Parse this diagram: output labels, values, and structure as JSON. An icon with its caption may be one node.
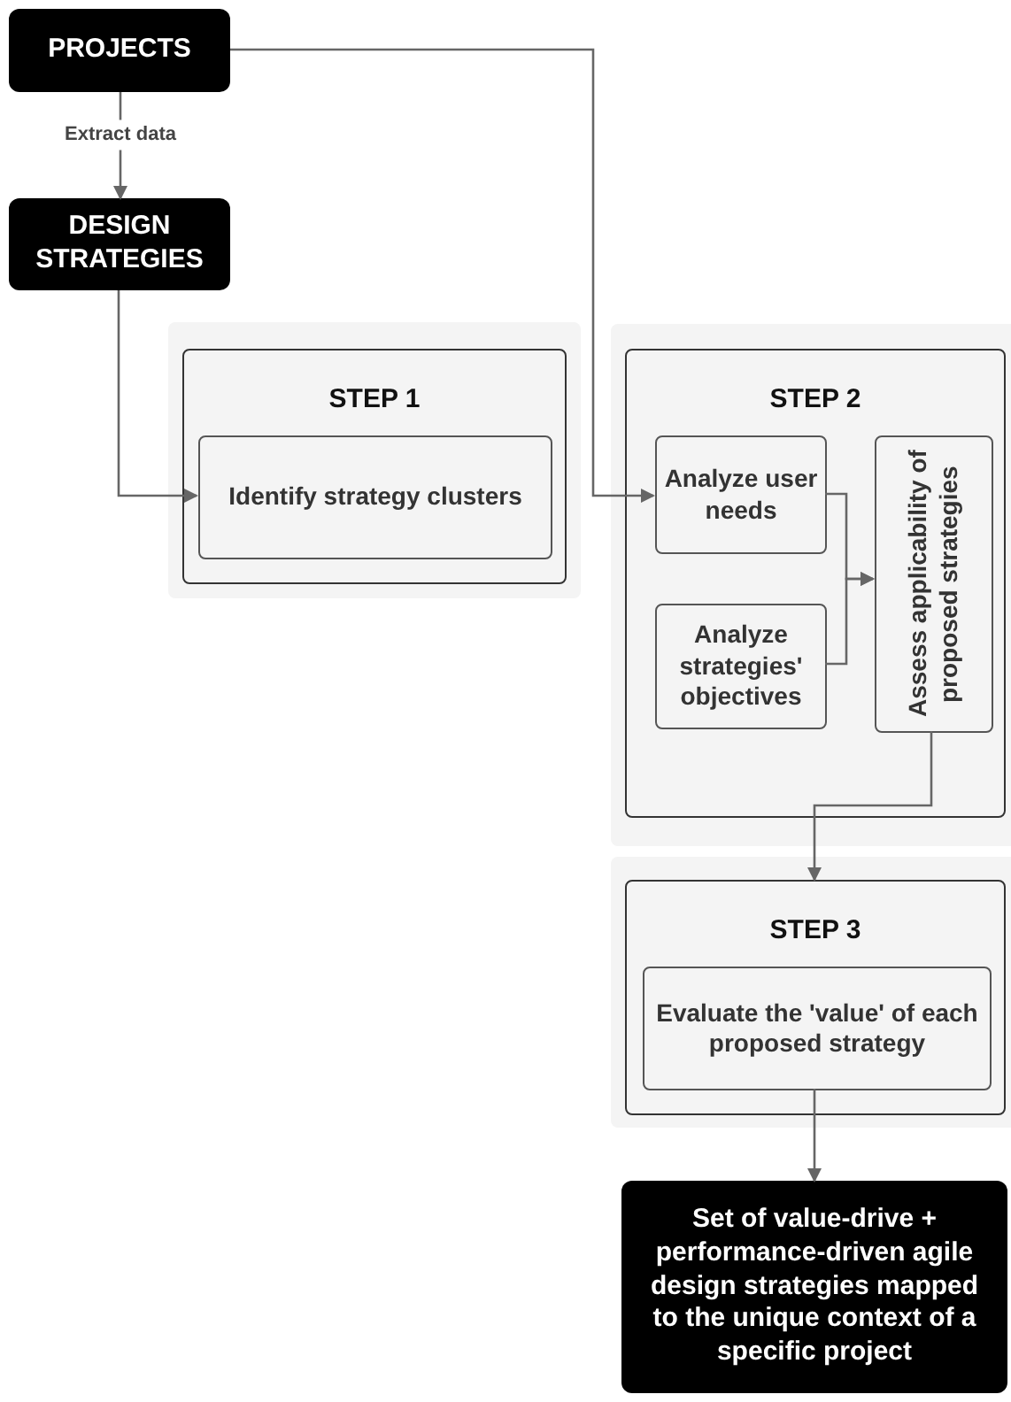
{
  "diagram": {
    "nodes": [
      {
        "text": [
          "PROJECTS"
        ]
      },
      {
        "text": [
          "DESIGN STRATEGIES"
        ]
      },
      {
        "text": [
          "STEP 1"
        ]
      },
      {
        "text": [
          "Identify strategy clusters"
        ],
        "in": 2
      },
      {
        "text": [
          "STEP 2"
        ]
      },
      {
        "text": [
          "Analyze user needs"
        ],
        "in": 4
      },
      {
        "text": [
          "Analyze strategies' objectives"
        ],
        "in": 4
      },
      {
        "text": [
          "Assess applicability of proposed strategies"
        ],
        "in": 4
      },
      {
        "text": [
          "STEP 3"
        ]
      },
      {
        "text": [
          "Evaluate the 'value' of each proposed strategy"
        ],
        "in": 8
      },
      {
        "text": [
          "Set of value-drive + performance-driven agile design strategies mapped to the unique context of a specific project"
        ]
      }
    ],
    "edges": [
      {
        "from": 0,
        "to": 1,
        "arrow": "to",
        "label": "Extract data"
      },
      {
        "from": 1,
        "to": 3,
        "arrow": "to"
      },
      {
        "from": 0,
        "to": 5,
        "arrow": "to"
      },
      {
        "from": 5,
        "to": 7,
        "arrow": "to"
      },
      {
        "from": 6,
        "to": 7,
        "arrow": "to"
      },
      {
        "from": 7,
        "to": 8,
        "arrow": "to"
      },
      {
        "from": 9,
        "to": 10,
        "arrow": "to"
      }
    ]
  }
}
